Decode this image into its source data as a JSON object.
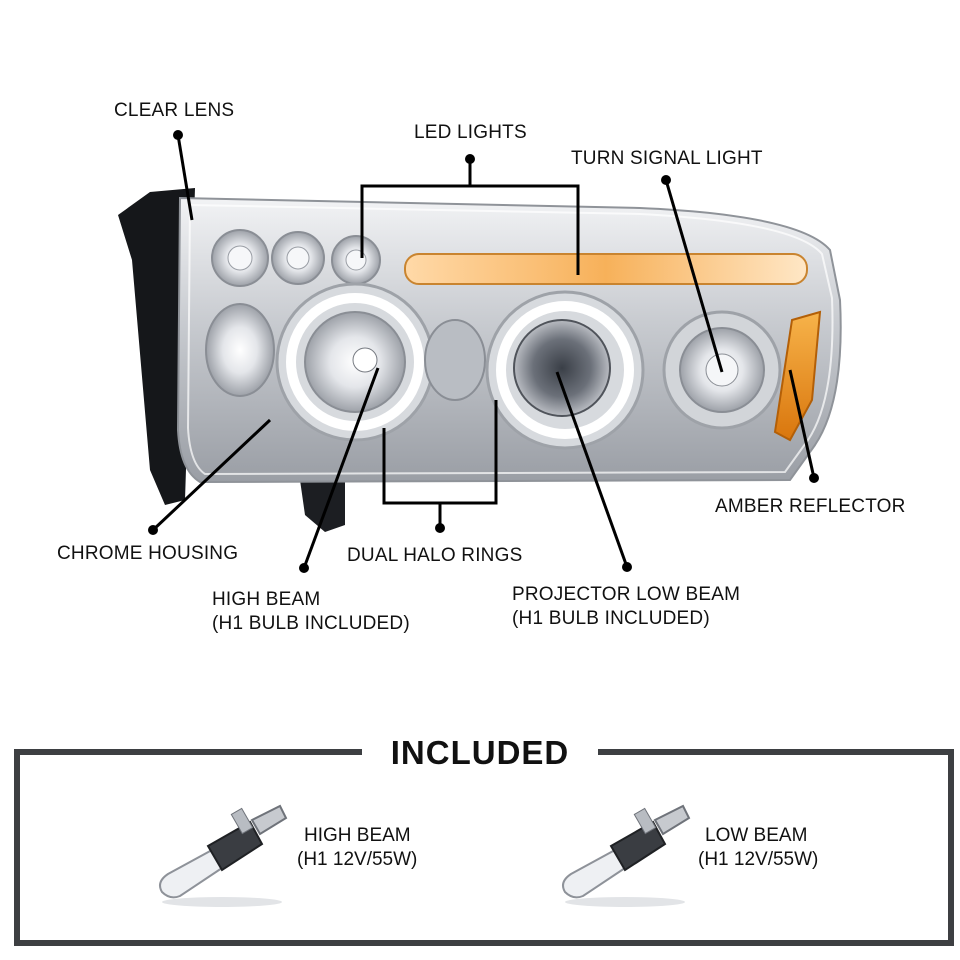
{
  "callouts": {
    "clear_lens": "CLEAR LENS",
    "led_lights": "LED LIGHTS",
    "turn_signal": "TURN SIGNAL LIGHT",
    "amber_reflector": "AMBER REFLECTOR",
    "chrome_housing": "CHROME HOUSING",
    "dual_halo": "DUAL HALO RINGS",
    "high_beam_line1": "HIGH BEAM",
    "high_beam_line2": "(H1 BULB INCLUDED)",
    "projector_line1": "PROJECTOR LOW BEAM",
    "projector_line2": "(H1 BULB INCLUDED)"
  },
  "included": {
    "title": "INCLUDED",
    "items": [
      {
        "line1": "HIGH BEAM",
        "line2": "(H1 12V/55W)"
      },
      {
        "line1": "LOW BEAM",
        "line2": "(H1 12V/55W)"
      }
    ]
  },
  "colors": {
    "frame": "#3d3f42",
    "amber": "#f29a1f",
    "chrome": "#c9ccd1"
  }
}
